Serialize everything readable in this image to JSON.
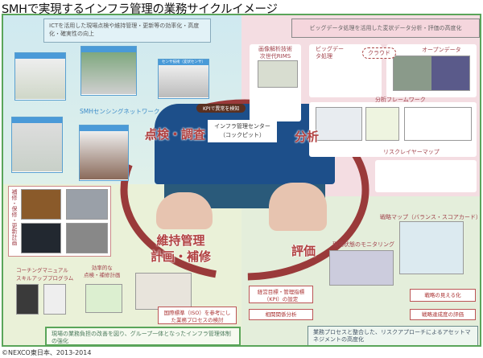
{
  "title": "SMHで実現するインフラ管理の業務サイクルイメージ",
  "copyright": "©NEXCO東日本、2013-2014",
  "quadrants": {
    "inspection": {
      "label": "点検・調査",
      "banner": "ICTを活用した現場点検や維持管理・更新等の効率化・高度化・確実性の向上",
      "network": "SMHセンシングネットワーク",
      "sensor_panel": "センサ技術（変状センサ）"
    },
    "analysis": {
      "label": "分析",
      "banner": "ビッグデータ処理を活用した変状データ分析・評価の高度化",
      "items": [
        "画像解析技術 次世代RIMS",
        "ビッグデータ処理",
        "クラウド",
        "オープンデータ",
        "分析フレームワーク",
        "リスクレイヤーマップ"
      ]
    },
    "evaluation": {
      "label": "評価",
      "items": [
        "戦略マップ（バランス・スコアカード）",
        "現場状態のモニタリング"
      ],
      "boxes": [
        "経営目標・管理指標（KPI）の設定",
        "相関関係分析",
        "戦略の見える化",
        "戦略達成度の評価"
      ],
      "banner": "業務プロセスと整合した、リスクアプローチによるアセットマネジメントの高度化"
    },
    "maintenance": {
      "label_line1": "維持管理",
      "label_line2": "計画・補修",
      "photo_caption": "補修・保修・更新計画",
      "coaching_line1": "コーチングマニュアル",
      "coaching_line2": "スキルアッププログラム",
      "plan_line1": "効率的な",
      "plan_line2": "点検・補修計画",
      "iso_box": "国際標準（ISO）を参考にした業務プロセスの検討",
      "banner": "現場の業務負担の改善を図り、グループ一体となったインフラ管理体制の強化"
    }
  },
  "center": {
    "kpi_ribbon": "KPIで異常を検知",
    "title_line1": "インフラ管理センター",
    "title_line2": "（コックピット）"
  },
  "colors": {
    "frame": "#5aa55a",
    "accent_red": "#b04040",
    "screen": "#1d4f8a"
  }
}
